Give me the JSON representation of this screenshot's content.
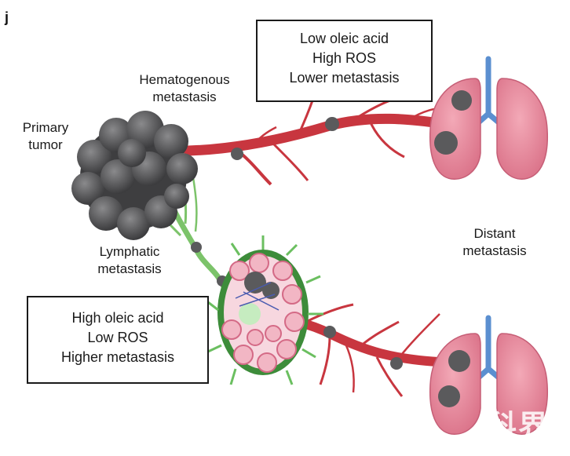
{
  "panel_label": "j",
  "labels": {
    "primary_tumor": [
      "Primary",
      "tumor"
    ],
    "hematogenous": [
      "Hematogenous",
      "metastasis"
    ],
    "lymphatic": [
      "Lymphatic",
      "metastasis"
    ],
    "distant": [
      "Distant",
      "metastasis"
    ]
  },
  "boxes": {
    "top": [
      "Low oleic acid",
      "High ROS",
      "Lower metastasis"
    ],
    "bottom": [
      "High oleic acid",
      "Low ROS",
      "Higher metastasis"
    ]
  },
  "watermark": "科界",
  "colors": {
    "vessel": "#c8363f",
    "lymph": "#7cc36a",
    "tumor": "#4d4d4f",
    "lung": "#e8879a",
    "airway": "#5b8fd0",
    "node_outer": "#3d8c3a",
    "node_inner": "#f2b6c4"
  }
}
